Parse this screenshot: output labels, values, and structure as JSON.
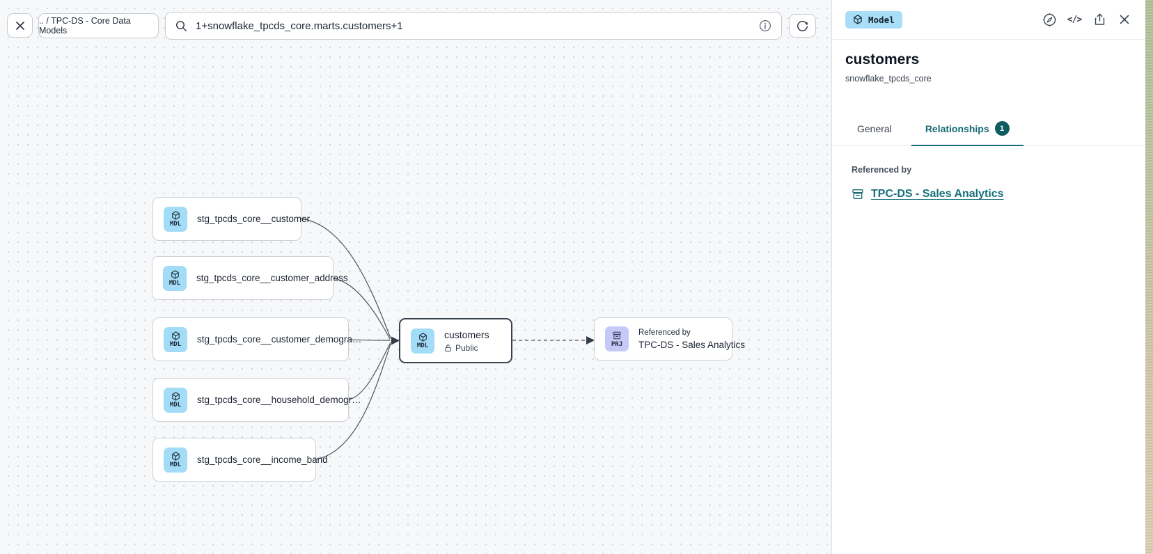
{
  "toolbar": {
    "breadcrumb": ".. / TPC-DS - Core Data Models",
    "search_value": "1+snowflake_tpcds_core.marts.customers+1"
  },
  "canvas": {
    "upstream_nodes": [
      {
        "tile": "MDL",
        "label": "stg_tpcds_core__customer"
      },
      {
        "tile": "MDL",
        "label": "stg_tpcds_core__customer_address"
      },
      {
        "tile": "MDL",
        "label": "stg_tpcds_core__customer_demogra…"
      },
      {
        "tile": "MDL",
        "label": "stg_tpcds_core__household_demogr…"
      },
      {
        "tile": "MDL",
        "label": "stg_tpcds_core__income_band"
      }
    ],
    "selected_node": {
      "tile": "MDL",
      "label": "customers",
      "visibility": "Public"
    },
    "reference_node": {
      "tile": "PRJ",
      "kicker": "Referenced by",
      "label": "TPC-DS - Sales Analytics"
    }
  },
  "panel": {
    "type_badge": "Model",
    "title": "customers",
    "subtitle": "snowflake_tpcds_core",
    "tabs": [
      {
        "label": "General",
        "active": false
      },
      {
        "label": "Relationships",
        "badge": "1",
        "active": true
      }
    ],
    "section_label": "Referenced by",
    "reference_link": "TPC-DS - Sales Analytics"
  },
  "icons": {
    "toolbar": [
      "close-icon",
      "search-icon",
      "info-icon",
      "refresh-icon"
    ],
    "panel_header": [
      "compass-icon",
      "code-icon",
      "share-icon",
      "close-icon"
    ],
    "node": [
      "cube-icon",
      "lock-open-icon",
      "archive-icon"
    ]
  },
  "colors": {
    "accent_teal": "#156a73",
    "badge_teal": "#0c5c62",
    "link_teal": "#17707a",
    "model_tile_blue": "#a3dcf7",
    "project_tile_purple": "#c6c9f8",
    "type_badge_blue": "#a9def8",
    "canvas_bg": "#f7f8f9",
    "selected_border": "#3a4252"
  }
}
